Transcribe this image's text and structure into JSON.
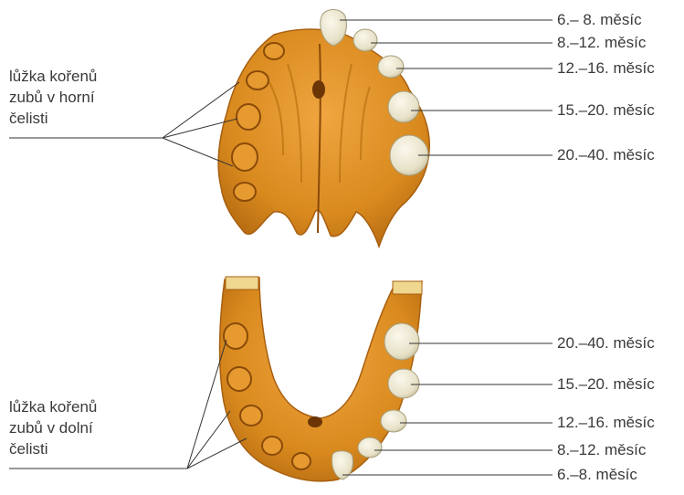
{
  "upper_jaw": {
    "root_bed_label": [
      "lůžka kořenů",
      "zubů v horní",
      "čelisti"
    ],
    "teeth": [
      {
        "label": "6.– 8. měsíc"
      },
      {
        "label": "8.–12. měsíc"
      },
      {
        "label": "12.–16. měsíc"
      },
      {
        "label": "15.–20. měsíc"
      },
      {
        "label": "20.–40. měsíc"
      }
    ]
  },
  "lower_jaw": {
    "root_bed_label": [
      "lůžka kořenů",
      "zubů v dolní",
      "čelisti"
    ],
    "teeth": [
      {
        "label": "20.–40. měsíc"
      },
      {
        "label": "15.–20. měsíc"
      },
      {
        "label": "12.–16. měsíc"
      },
      {
        "label": "8.–12. měsíc"
      },
      {
        "label": "6.–8. měsíc"
      }
    ]
  },
  "colors": {
    "bone": "#d98a1e",
    "bone_dark": "#a85f10",
    "tooth": "#ebe6d2",
    "line": "#333333",
    "text": "#3a3a3a"
  }
}
